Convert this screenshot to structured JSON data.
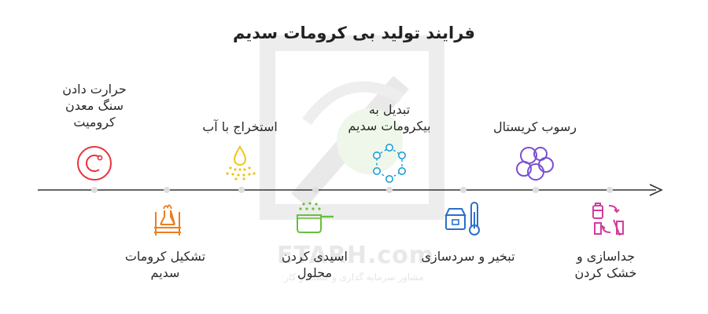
{
  "title": "فرایند تولید بی کرومات سدیم",
  "watermark": {
    "site": "ETARH.com",
    "tagline": "مشاور سرمایه گذاری و کسب و کار"
  },
  "steps": [
    {
      "line1": "حرارت دادن",
      "line2": "سنگ معدن",
      "line3": "کرومیت",
      "icon": "heat-circle-icon",
      "color": "#e8323c",
      "position": "above"
    },
    {
      "line1": "تشکیل کرومات",
      "line2": "سدیم",
      "icon": "burner-flask-icon",
      "color": "#ee7d1d",
      "position": "below"
    },
    {
      "line1": "استخراج با آب",
      "icon": "water-drop-spray-icon",
      "color": "#f0c419",
      "position": "above"
    },
    {
      "line1": "اسیدی کردن",
      "line2": "محلول",
      "icon": "acid-pot-icon",
      "color": "#6abf3c",
      "position": "below"
    },
    {
      "line1": "تبدیل به",
      "line2": "بیکرومات سدیم",
      "icon": "molecule-ring-icon",
      "color": "#1d9fd8",
      "position": "above"
    },
    {
      "line1": "تبخیر و سردسازی",
      "icon": "evaporate-cool-icon",
      "color": "#2c6fc9",
      "position": "below"
    },
    {
      "line1": "رسوب کریستال",
      "icon": "crystal-cluster-icon",
      "color": "#7a4fd3",
      "position": "above"
    },
    {
      "line1": "جداسازی و",
      "line2": "خشک کردن",
      "icon": "separate-dry-icon",
      "color": "#d43c9c",
      "position": "below"
    }
  ],
  "axis_color": "#333333"
}
